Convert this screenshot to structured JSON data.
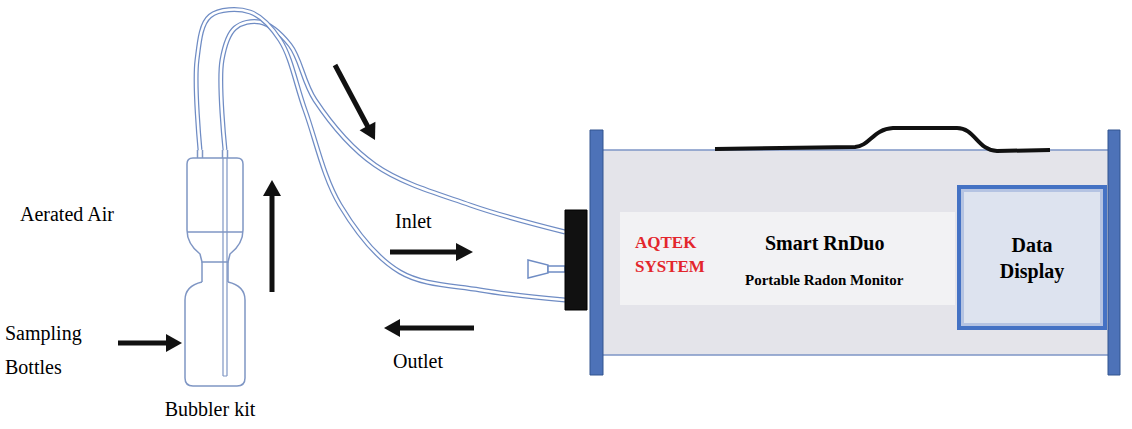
{
  "diagram": {
    "nodes": [
      {
        "text": [
          "Bubbler kit"
        ]
      },
      {
        "text": [
          "AQTEK SYSTEM",
          "Smart RnDuo",
          "Portable Radon Monitor"
        ]
      },
      {
        "text": [
          "Data Display"
        ],
        "in": 1
      }
    ],
    "edges": [
      {
        "from": 0,
        "to": 1,
        "arrow": "none"
      },
      {
        "from": 1,
        "to": 0,
        "arrow": "none"
      }
    ],
    "labels": [
      "Aerated Air",
      "Sampling Bottles",
      "Inlet",
      "Outlet"
    ]
  }
}
